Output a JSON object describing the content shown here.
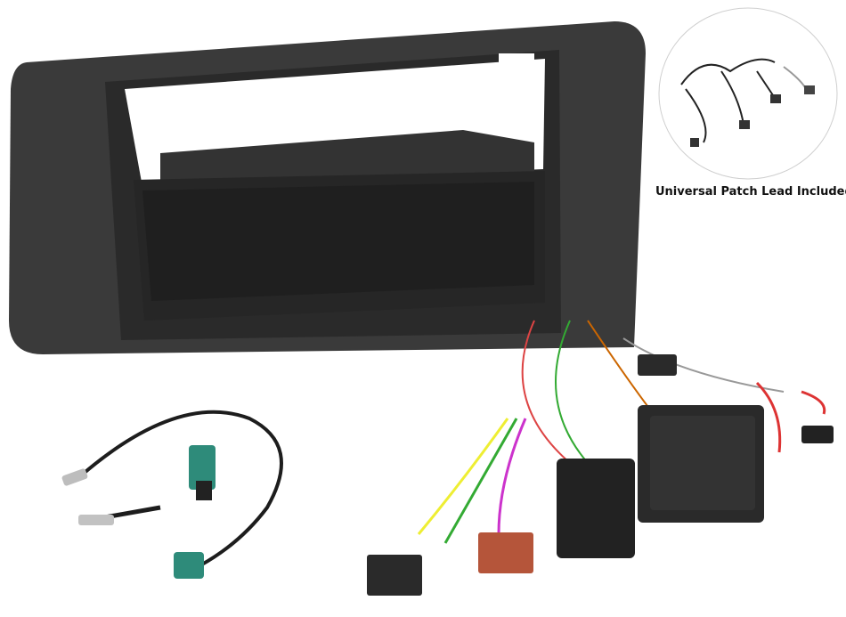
{
  "caption": "Universal Patch Lead Included",
  "colors": {
    "fascia": "#3a3a3a",
    "pocket": "#2c2c2c",
    "fakra_connector": "#2e8b7a",
    "iso_connector": "#b5553a",
    "interface_box": "#2a2a2a"
  },
  "products": [
    {
      "name": "single-din-fascia-panel-with-pocket"
    },
    {
      "name": "universal-patch-lead"
    },
    {
      "name": "fakra-aerial-adapter"
    },
    {
      "name": "steering-wheel-control-interface-harness"
    }
  ]
}
